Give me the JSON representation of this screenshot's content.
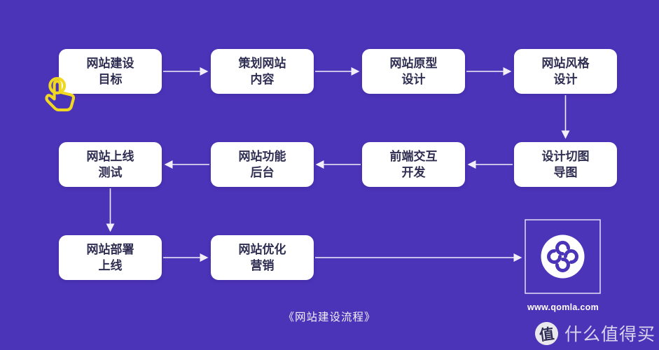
{
  "colors": {
    "background": "#4C34B9",
    "node_fill": "#FFFFFF",
    "node_text": "#2E2D52",
    "connector": "#FFFFFF",
    "hand_icon": "#F0D722",
    "logo_mark": "#4B34B8",
    "watermark_badge_bg": "#E9E9ED"
  },
  "flowchart": {
    "caption": "《网站建设流程》",
    "nodes": [
      {
        "label": "网站建设\n目标"
      },
      {
        "label": "策划网站\n内容"
      },
      {
        "label": "网站原型\n设计"
      },
      {
        "label": "网站风格\n设计"
      },
      {
        "label": "网站上线\n测试"
      },
      {
        "label": "网站功能\n后台"
      },
      {
        "label": "前端交互\n开发"
      },
      {
        "label": "设计切图\n导图"
      },
      {
        "label": "网站部署\n上线"
      },
      {
        "label": "网站优化\n营销"
      }
    ]
  },
  "logo": {
    "site": "www.qomla.com"
  },
  "watermark": {
    "badge": "值",
    "brand": "什么值得买"
  }
}
